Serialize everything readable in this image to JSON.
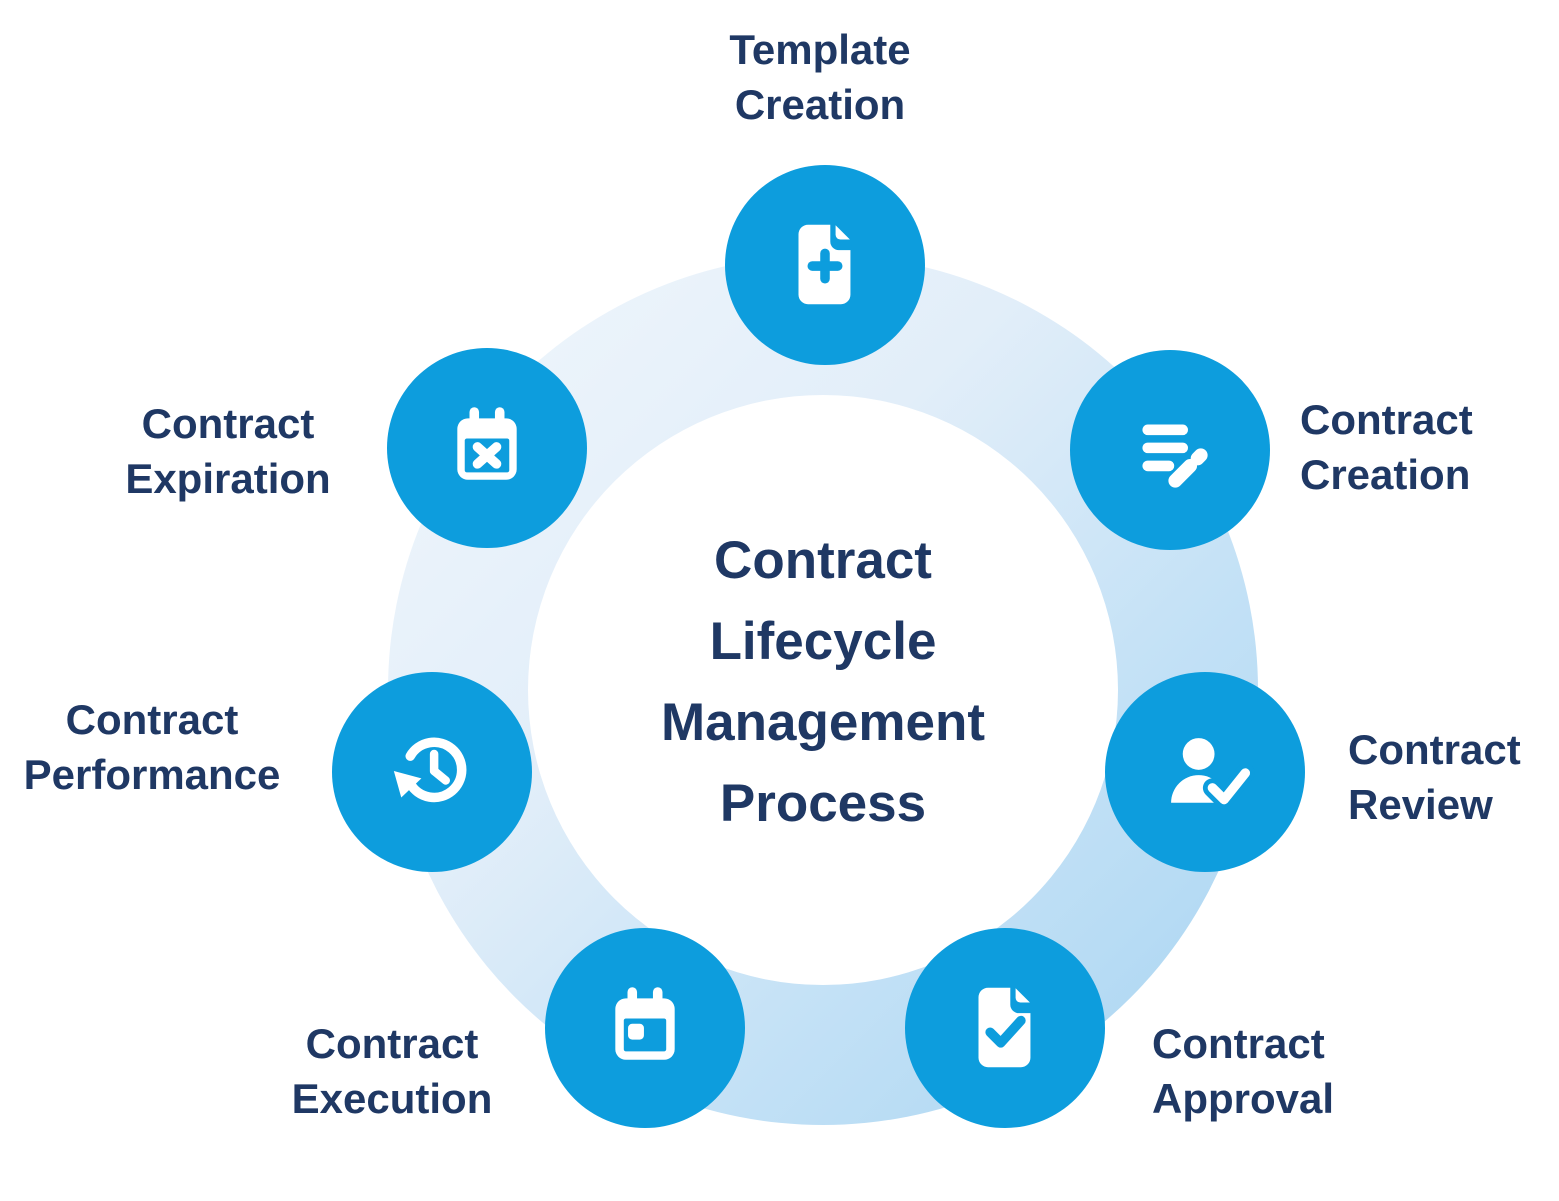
{
  "diagram": {
    "title": "Contract\nLifecycle\nManagement\nProcess",
    "stages": [
      {
        "id": "template-creation",
        "label": "Template\nCreation",
        "icon": "document-plus-icon"
      },
      {
        "id": "contract-creation",
        "label": "Contract\nCreation",
        "icon": "text-edit-pencil-icon"
      },
      {
        "id": "contract-review",
        "label": "Contract\nReview",
        "icon": "user-check-icon"
      },
      {
        "id": "contract-approval",
        "label": "Contract\nApproval",
        "icon": "document-check-icon"
      },
      {
        "id": "contract-execution",
        "label": "Contract\nExecution",
        "icon": "calendar-date-icon"
      },
      {
        "id": "contract-performance",
        "label": "Contract\nPerformance",
        "icon": "history-clock-icon"
      },
      {
        "id": "contract-expiration",
        "label": "Contract\nExpiration",
        "icon": "calendar-x-icon"
      }
    ],
    "colors": {
      "node_blue": "#0d9ddd",
      "ring_light": "#f1f7fc",
      "ring_dark": "#a7d4f1",
      "text_navy": "#1f3864",
      "background": "#ffffff",
      "icon_white": "#ffffff"
    }
  }
}
